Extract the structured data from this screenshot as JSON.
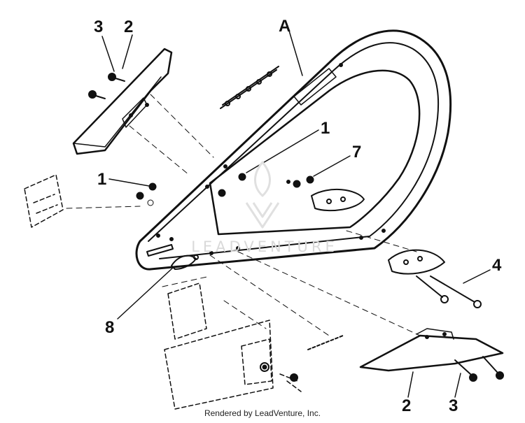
{
  "callouts": {
    "a": "A",
    "c1_top": "1",
    "c1_left": "1",
    "c2_top": "2",
    "c2_bottom": "2",
    "c3_top": "3",
    "c3_bottom": "3",
    "c4": "4",
    "c7": "7",
    "c8": "8"
  },
  "watermark": {
    "text": "LEADVENTURE"
  },
  "footer": {
    "credit": "Rendered by LeadVenture, Inc."
  },
  "colors": {
    "ink": "#111111",
    "watermark": "#d9d9d9"
  }
}
